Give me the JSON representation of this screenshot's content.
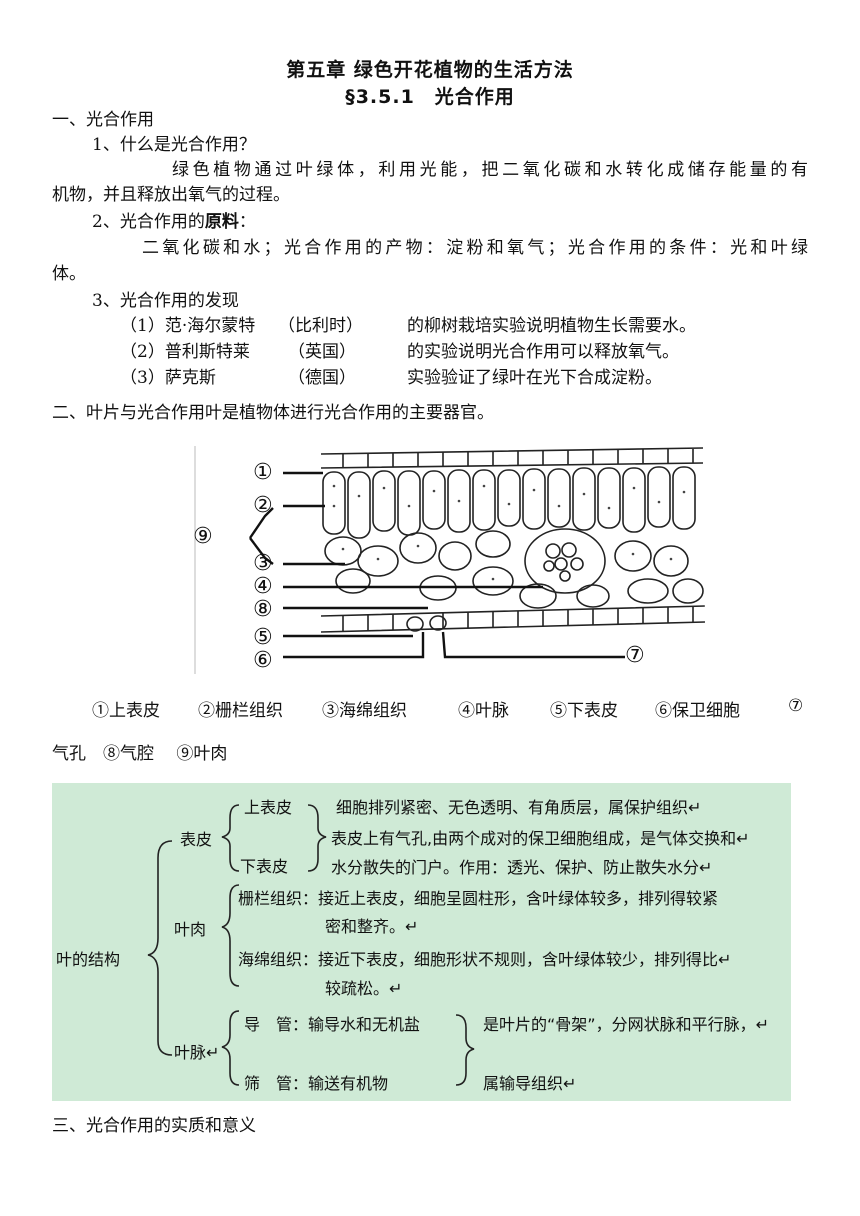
{
  "chapter_title": "第五章 绿色开花植物的生活方法",
  "section_title": "§3.5.1　光合作用",
  "s1": {
    "heading": "一、光合作用",
    "q1": "1、什么是光合作用？",
    "q1_body_line1": "绿色植物通过叶绿体，利用光能，把二氧化碳和水转化成储存能量的有",
    "q1_body_line2": "机物，并且释放出氧气的过程。",
    "q2_prefix": "2、光合作用的",
    "q2_bold": "原料",
    "q2_suffix": "：",
    "q2_body_line1": "二氧化碳和水；光合作用的产物：淀粉和氧气；光合作用的条件：光和叶绿",
    "q2_body_line2": "体。",
    "q3": "3、光合作用的发现",
    "discoveries": [
      {
        "num": "（1）范·海尔蒙特",
        "country": "（比利时）",
        "desc": "的柳树栽培实验说明植物生长需要水。"
      },
      {
        "num": "（2）普利斯特莱",
        "country": "（英国）",
        "desc": "的实验说明光合作用可以释放氧气。"
      },
      {
        "num": "（3）萨克斯",
        "country": "（德国）",
        "desc": "实验验证了绿叶在光下合成淀粉。"
      }
    ]
  },
  "s2": {
    "heading": "二、叶片与光合作用叶是植物体进行光合作用的主要器官。"
  },
  "diagram": {
    "labels": [
      "①",
      "②",
      "③",
      "④",
      "⑧",
      "⑤",
      "⑥",
      "⑦",
      "⑨"
    ]
  },
  "legend": {
    "line1": [
      "①上表皮",
      "②栅栏组织",
      "③海绵组织",
      "④叶脉",
      "⑤下表皮",
      "⑥保卫细胞",
      "⑦"
    ],
    "line2": "气孔　⑧气腔　 ⑨叶肉"
  },
  "structure": {
    "root": "叶的结构",
    "epidermis": "表皮",
    "upper": "上表皮",
    "lower": "下表皮",
    "epi_l1": "细胞排列紧密、无色透明、有角质层，属保护组织↵",
    "epi_l2": "表皮上有气孔,由两个成对的保卫细胞组成，是气体交换和↵",
    "epi_l3": "水分散失的门户。作用：透光、保护、防止散失水分↵",
    "mesophyll": "叶肉",
    "pal_l1": "栅栏组织：接近上表皮，细胞呈圆柱形，含叶绿体较多，排列得较紧",
    "pal_l2": "密和整齐。↵",
    "spo_l1": "海绵组织：接近下表皮，细胞形状不规则，含叶绿体较少，排列得比↵",
    "spo_l2": "较疏松。↵",
    "vein": "叶脉↵",
    "xylem": "导　管：输导水和无机盐",
    "phloem": "筛　管：输送有机物",
    "vein_r1": "是叶片的“骨架”，分网状脉和平行脉，↵",
    "vein_r2": "属输导组织↵"
  },
  "s3": {
    "heading": "三、光合作用的实质和意义"
  }
}
